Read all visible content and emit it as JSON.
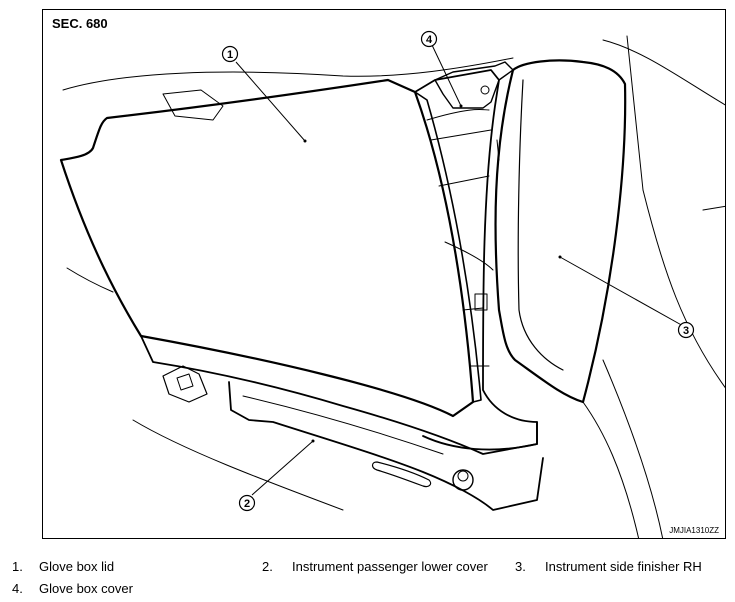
{
  "figure": {
    "section_label": "SEC. 680",
    "figure_code": "JMJIA1310ZZ",
    "callouts": [
      {
        "number": "1"
      },
      {
        "number": "2"
      },
      {
        "number": "3"
      },
      {
        "number": "4"
      }
    ]
  },
  "legend": [
    {
      "number": "1.",
      "label": "Glove box lid"
    },
    {
      "number": "2.",
      "label": "Instrument passenger lower cover"
    },
    {
      "number": "3.",
      "label": "Instrument side finisher RH"
    },
    {
      "number": "4.",
      "label": "Glove box cover"
    }
  ]
}
